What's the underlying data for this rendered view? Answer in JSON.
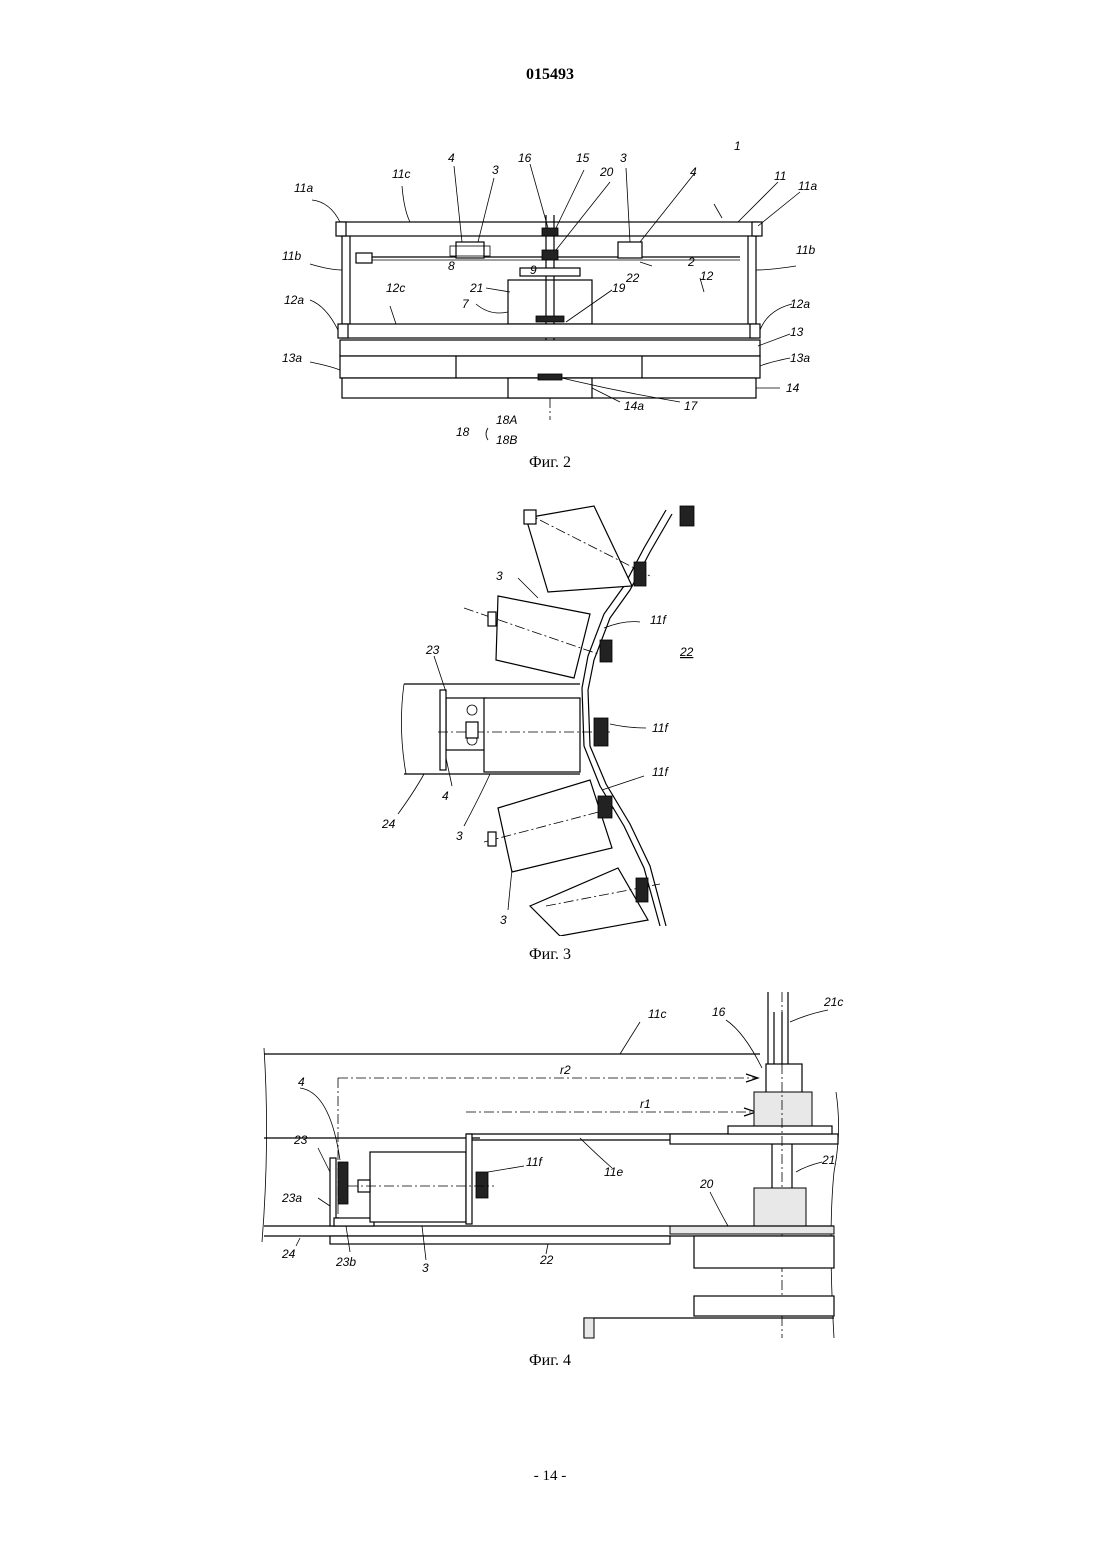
{
  "document": {
    "number": "015493",
    "page_label": "- 14 -"
  },
  "figures": [
    {
      "caption": "Фиг. 2",
      "labels": [
        "1",
        "11a",
        "11c",
        "4",
        "3",
        "16",
        "15",
        "20",
        "3",
        "4",
        "11",
        "11a",
        "11b",
        "8",
        "9",
        "22",
        "2",
        "11b",
        "12a",
        "12c",
        "21",
        "19",
        "12",
        "12a",
        "7",
        "13",
        "13a",
        "13a",
        "14",
        "18",
        "18A",
        "18B",
        "14a",
        "17"
      ]
    },
    {
      "caption": "Фиг. 3",
      "labels": [
        "3",
        "11f",
        "22",
        "23",
        "11f",
        "11f",
        "24",
        "4",
        "3",
        "3"
      ]
    },
    {
      "caption": "Фиг. 4",
      "labels": [
        "11c",
        "16",
        "21c",
        "r2",
        "r1",
        "4",
        "23",
        "11f",
        "11e",
        "21",
        "23a",
        "20",
        "24",
        "23b",
        "3",
        "22"
      ]
    }
  ]
}
